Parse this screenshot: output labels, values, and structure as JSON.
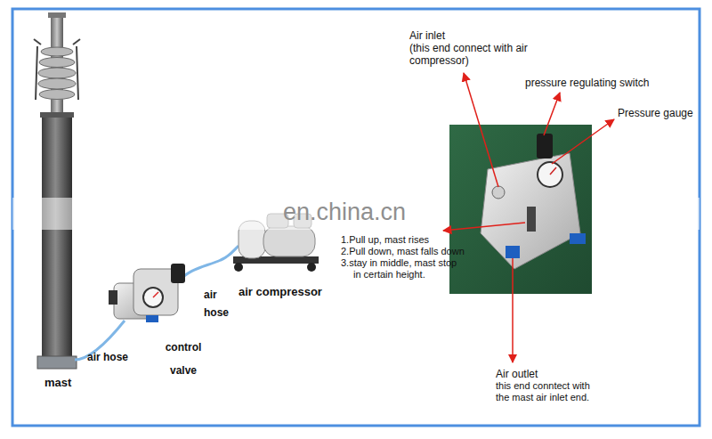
{
  "diagram": {
    "labels": [
      "mast",
      "air hose",
      "control valve",
      "air hose",
      "air compressor",
      "Air inlet",
      "(this end connect with air compressor)",
      "pressure regulating switch",
      "Pressure gauge",
      "1.Pull up,  mast rises",
      "2.Pull down, mast falls down",
      "3.stay in middle, mast stop in certain height.",
      "Air outlet",
      "this end conntect with the mast air inlet end.",
      "en.china.cn"
    ]
  }
}
